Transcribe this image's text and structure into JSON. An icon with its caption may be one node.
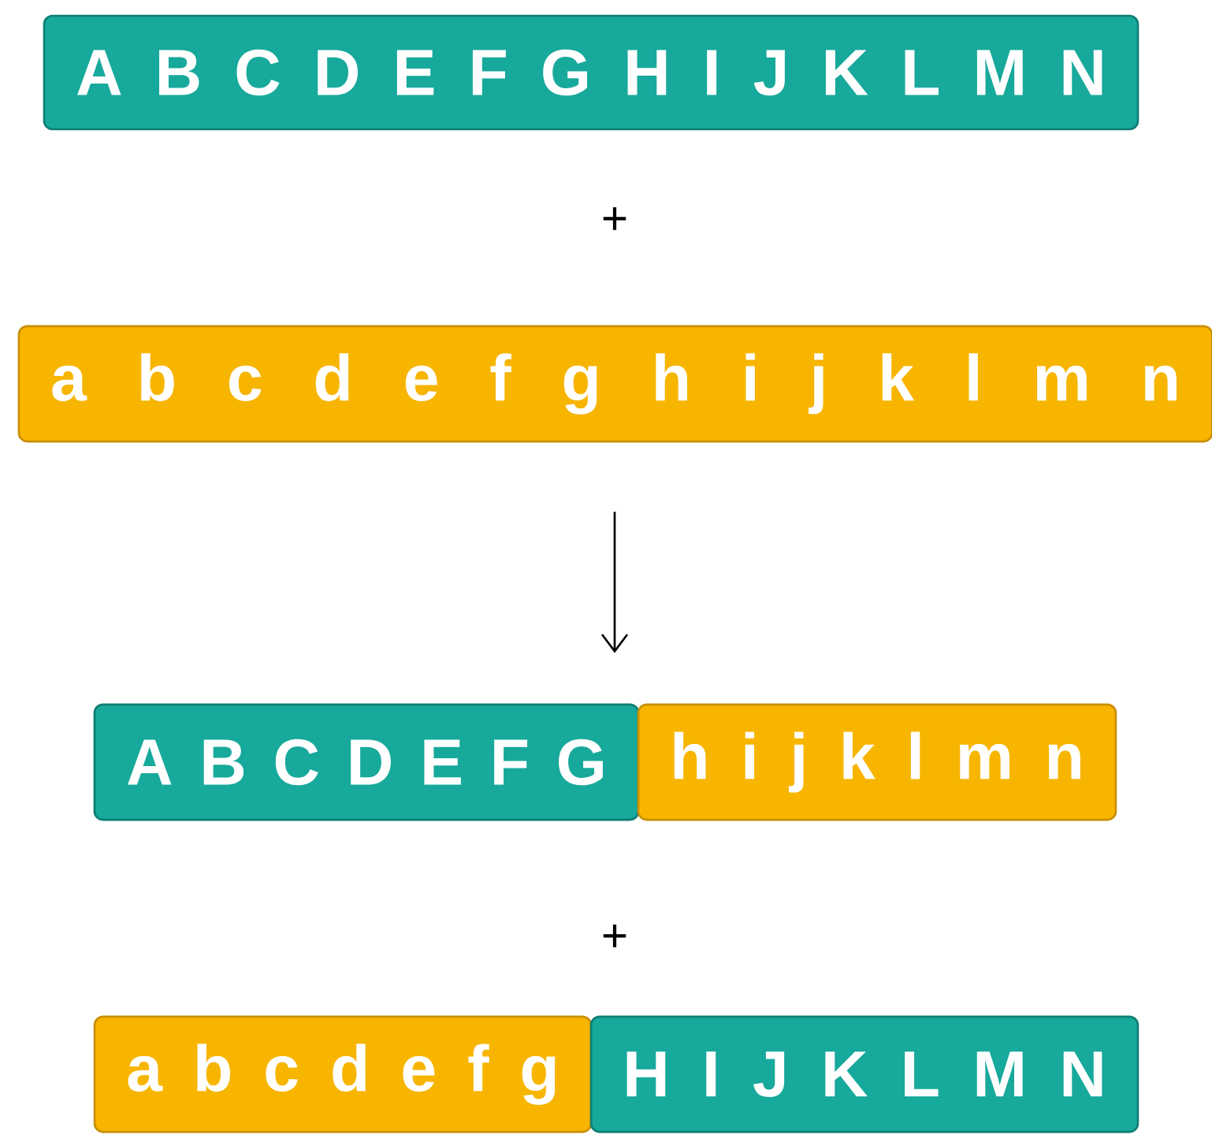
{
  "diagram": {
    "nodes": [
      {
        "text": [
          "A B C D E F G H I J K L M N"
        ]
      },
      {
        "text": [
          "a b c d e f g h i j k l m n"
        ]
      },
      {
        "text": [
          "A B C D E F G"
        ]
      },
      {
        "text": [
          "h i j k l m n"
        ]
      },
      {
        "text": [
          "a b c d e f g"
        ]
      },
      {
        "text": [
          "H I J K L M N"
        ]
      }
    ],
    "edges": [
      {
        "from": 1,
        "to": 2,
        "arrow": "to"
      }
    ],
    "labels": [
      "+",
      "+"
    ]
  }
}
